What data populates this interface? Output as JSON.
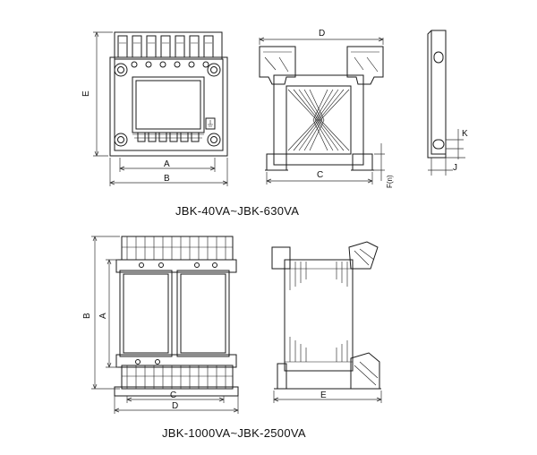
{
  "captions": {
    "top": "JBK-40VA~JBK-630VA",
    "bottom": "JBK-1000VA~JBK-2500VA"
  },
  "top_front": {
    "dim_a": "A",
    "dim_b": "B",
    "dim_e": "E"
  },
  "top_side": {
    "dim_d": "D",
    "dim_c": "C",
    "dim_f": "F(n)"
  },
  "top_bracket": {
    "dim_k": "K",
    "dim_j": "J"
  },
  "bottom_front": {
    "dim_a": "A",
    "dim_b": "B",
    "dim_c": "C",
    "dim_d": "D"
  },
  "bottom_side": {
    "dim_e": "E"
  },
  "colors": {
    "line": "#1a1a1a",
    "background": "#ffffff"
  }
}
